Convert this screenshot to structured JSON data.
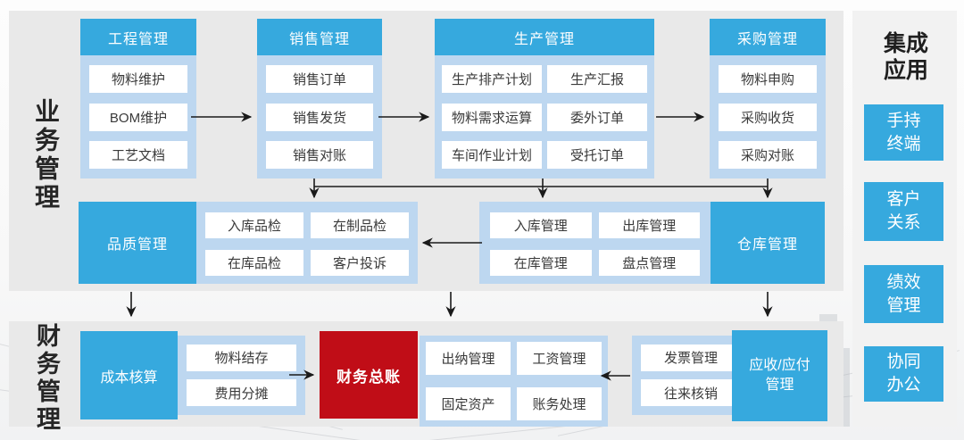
{
  "sections": {
    "business_label": "业务管理",
    "finance_label": "财务管理"
  },
  "columns": [
    {
      "header": "工程管理",
      "items": [
        "物料维护",
        "BOM维护",
        "工艺文档"
      ]
    },
    {
      "header": "销售管理",
      "items": [
        "销售订单",
        "销售发货",
        "销售对账"
      ]
    },
    {
      "header": "生产管理",
      "items": [
        "生产排产计划",
        "生产汇报",
        "物料需求运算",
        "委外订单",
        "车间作业计划",
        "受托订单"
      ]
    },
    {
      "header": "采购管理",
      "items": [
        "物料申购",
        "采购收货",
        "采购对账"
      ]
    }
  ],
  "quality": {
    "label": "品质管理",
    "items": [
      "入库品检",
      "在制品检",
      "在库品检",
      "客户投诉"
    ]
  },
  "warehouse": {
    "label": "仓库管理",
    "items": [
      "入库管理",
      "出库管理",
      "在库管理",
      "盘点管理"
    ]
  },
  "finance": {
    "cost": {
      "label": "成本核算",
      "items": [
        "物料结存",
        "费用分摊"
      ]
    },
    "general_ledger": {
      "label": "财务总账"
    },
    "ledger_items": [
      "出纳管理",
      "工资管理",
      "固定资产",
      "账务处理"
    ],
    "receivable": {
      "label": "应收/应付管理",
      "items": [
        "发票管理",
        "往来核销"
      ]
    }
  },
  "integration": {
    "title": "集成应用",
    "apps": [
      "手持终端",
      "客户关系",
      "绩效管理",
      "协同办公"
    ]
  },
  "colors": {
    "blue": "#36a9de",
    "light_blue": "#bdd7f0",
    "red": "#c00d17",
    "panel_gray": "#e9e9e9",
    "arrow": "#1a1a1a"
  }
}
